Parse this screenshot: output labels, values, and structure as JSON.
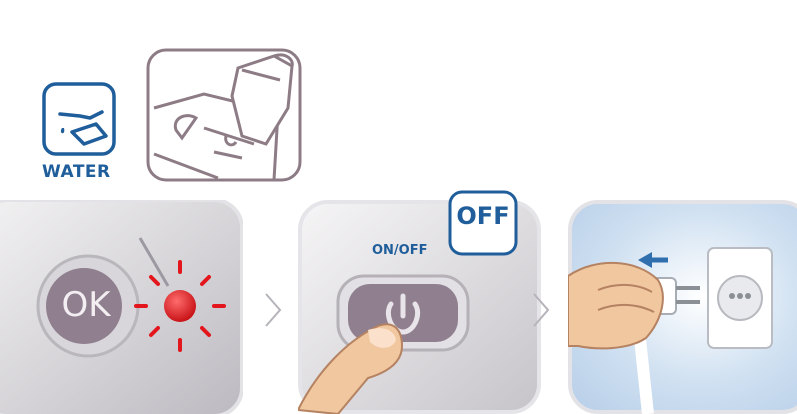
{
  "water": {
    "label": "WATER",
    "icon": "water-pour-icon"
  },
  "step1": {
    "button_label": "OK",
    "indicator": "red-light-blinking",
    "indicator_color": "#e4161d"
  },
  "step2": {
    "label": "ON/OFF",
    "badge": "OFF"
  },
  "step3": {
    "action": "unplug"
  },
  "colors": {
    "brand_blue": "#1f5e9b",
    "panel_gray": "#cdcbd0",
    "button_mauve": "#8f7f8f"
  }
}
